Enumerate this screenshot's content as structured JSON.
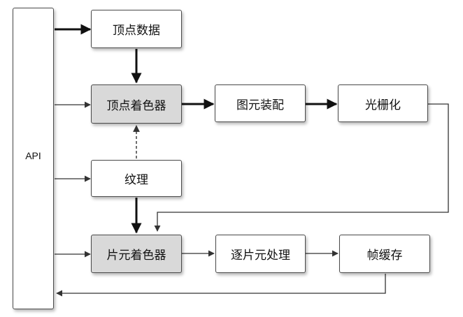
{
  "api_label": "API",
  "nodes": {
    "vertex_data": "顶点数据",
    "vertex_shader": "顶点着色器",
    "primitive_assembly": "图元装配",
    "rasterization": "光栅化",
    "texture": "纹理",
    "fragment_shader": "片元着色器",
    "per_fragment_ops": "逐片元处理",
    "framebuffer": "帧缓存"
  },
  "colors": {
    "shaded_box": "#d9d9d9",
    "border": "#4a4a4a",
    "arrow": "#111111",
    "thin_line": "#333333"
  }
}
